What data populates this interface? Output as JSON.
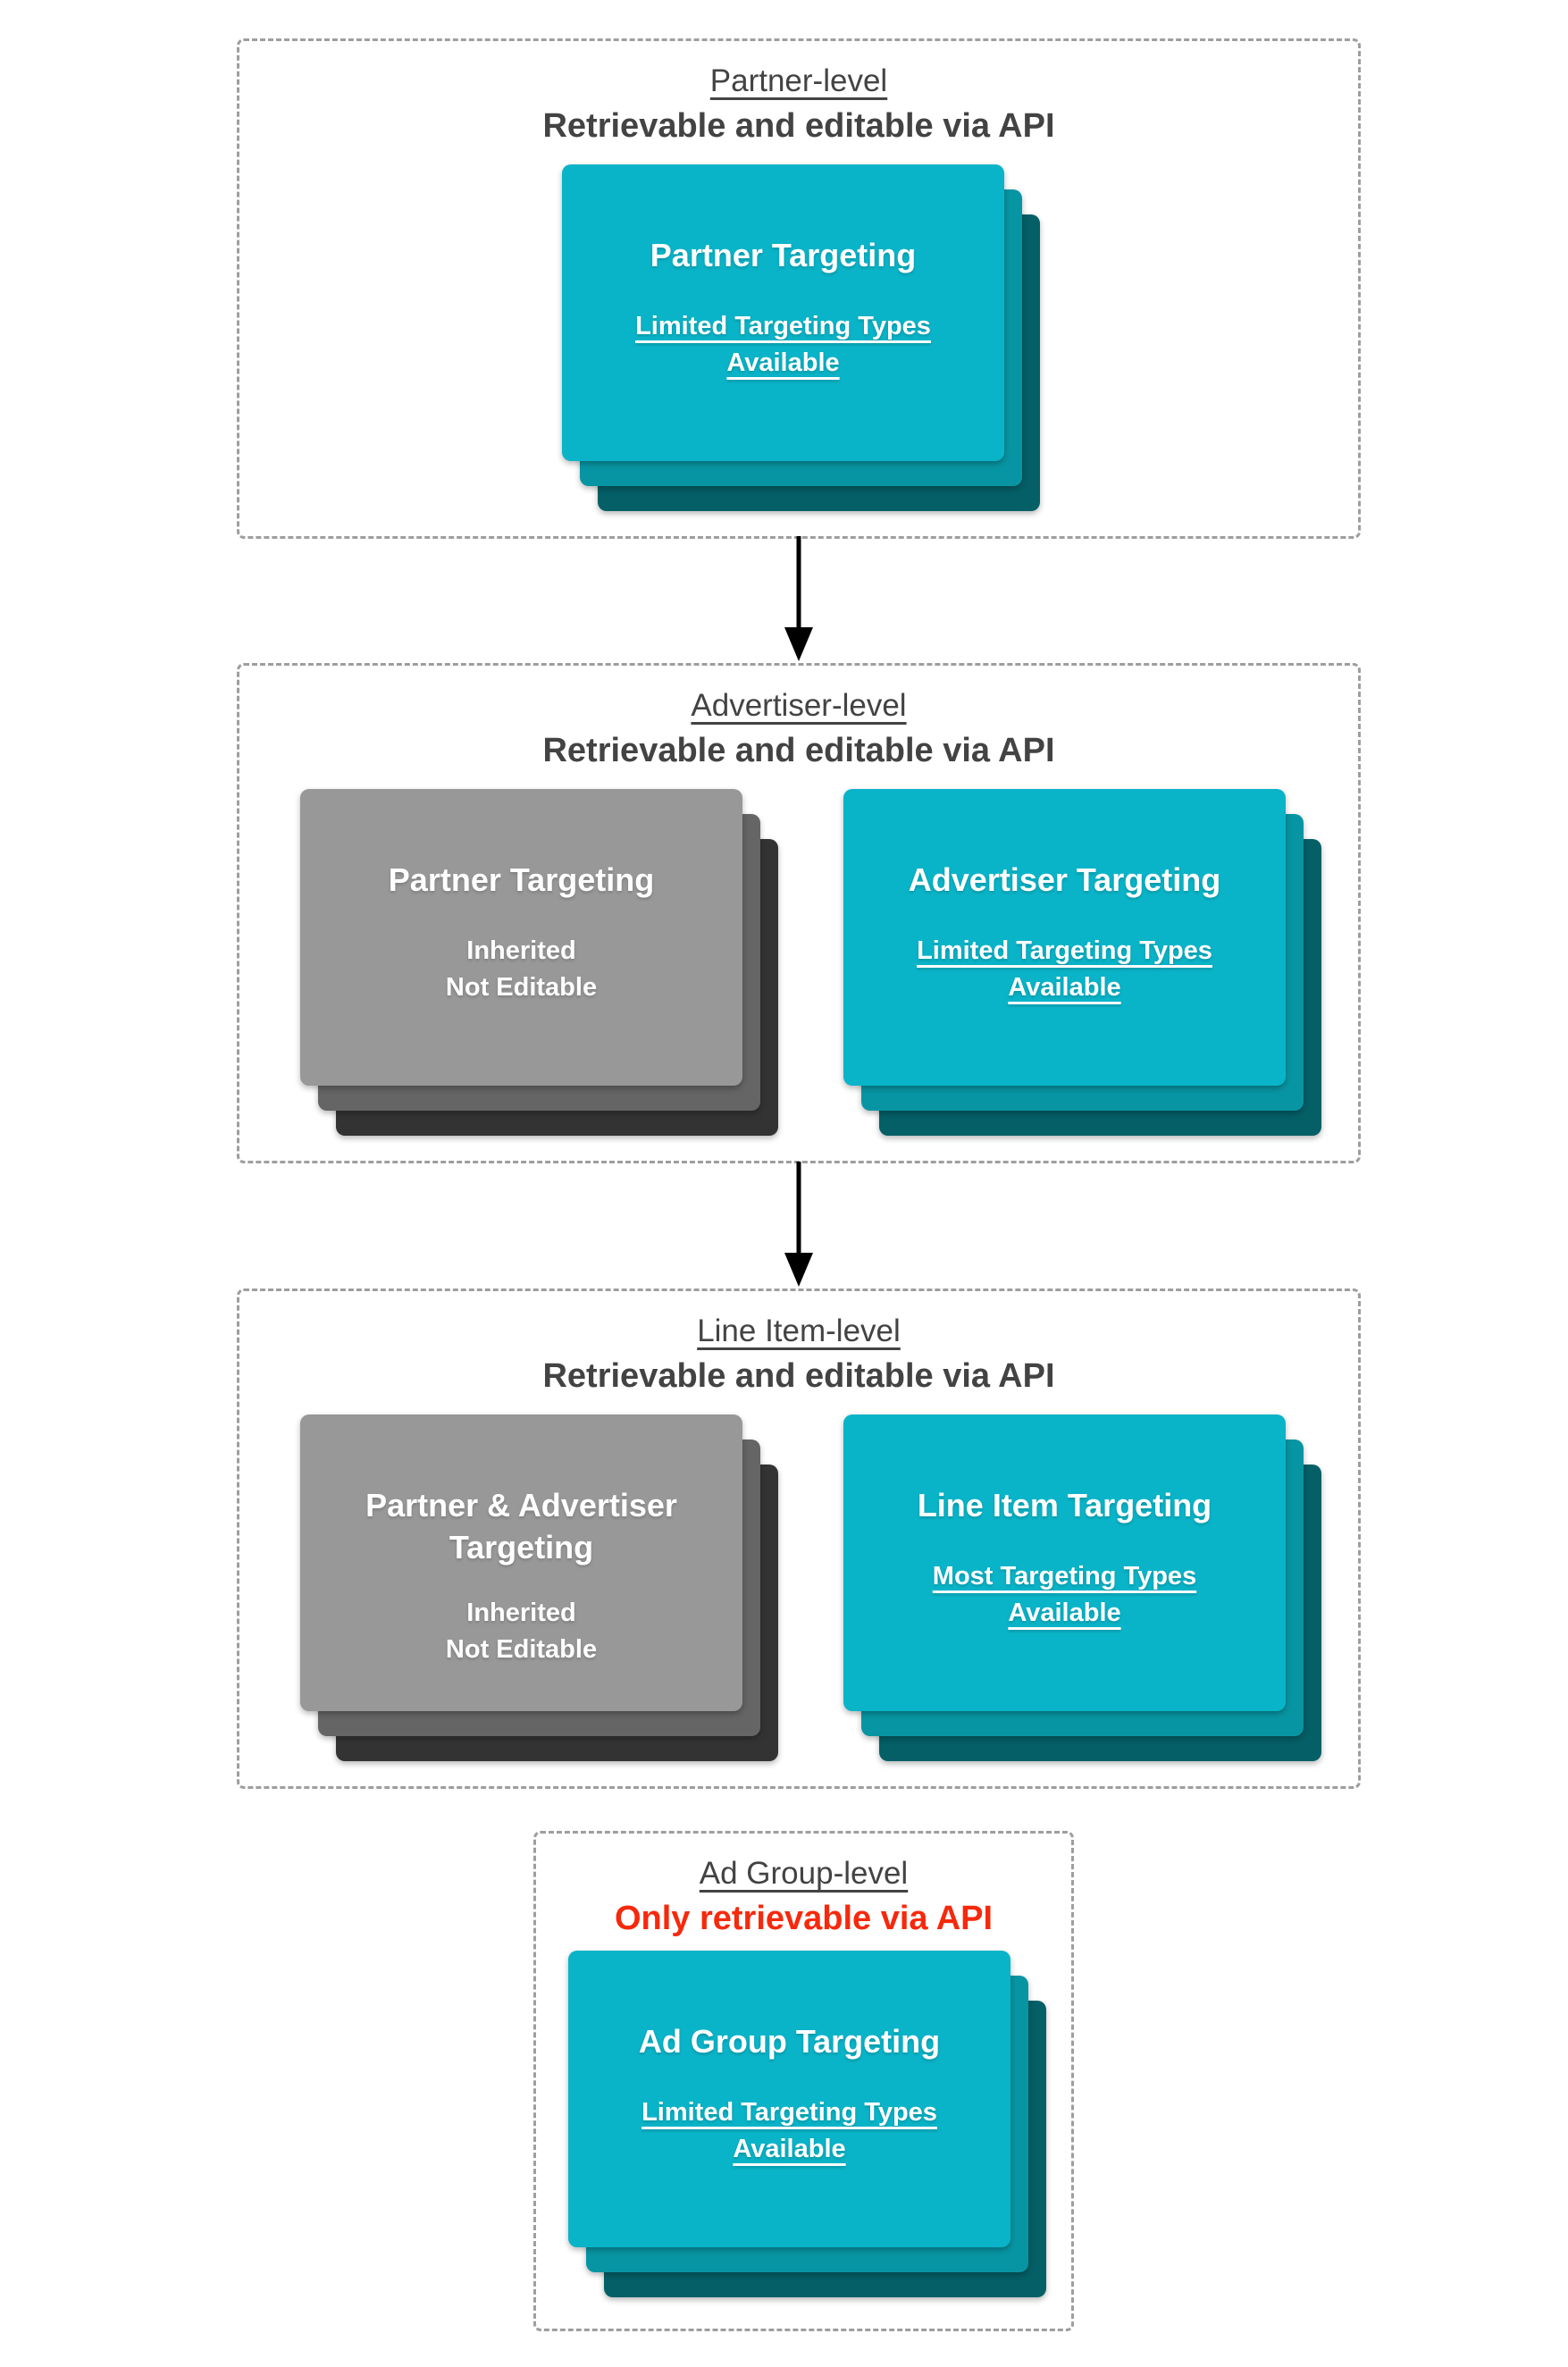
{
  "palette": {
    "cyan_front": "#0ab4c8",
    "cyan_mid": "#0895a3",
    "cyan_back": "#055f67",
    "gray_front": "#989898",
    "gray_mid": "#656565",
    "gray_back": "#333333",
    "heading_text": "#434343",
    "alert_text": "#f6290c",
    "border_dash": "#9e9e9e",
    "arrow": "#000000",
    "card_text": "#ffffff"
  },
  "sections": [
    {
      "title": "Partner-level",
      "subtitle": "Retrievable and editable via API",
      "cards": [
        {
          "variant": "cyan",
          "title": "Partner Targeting",
          "subtitle": "Limited Targeting Types\nAvailable"
        }
      ]
    },
    {
      "title": "Advertiser-level",
      "subtitle": "Retrievable and editable via API",
      "cards": [
        {
          "variant": "gray",
          "title": "Partner Targeting",
          "subtitle": "Inherited\nNot Editable"
        },
        {
          "variant": "cyan",
          "title": "Advertiser Targeting",
          "subtitle": "Limited Targeting Types\nAvailable"
        }
      ]
    },
    {
      "title": "Line Item-level",
      "subtitle": "Retrievable and editable via API",
      "cards": [
        {
          "variant": "gray",
          "title": "Partner & Advertiser\nTargeting",
          "subtitle": "Inherited\nNot Editable"
        },
        {
          "variant": "cyan",
          "title": "Line Item Targeting",
          "subtitle": "Most Targeting Types\nAvailable"
        }
      ]
    },
    {
      "title": "Ad Group-level",
      "subtitle": "Only retrievable via API",
      "cards": [
        {
          "variant": "cyan",
          "title": "Ad Group Targeting",
          "subtitle": "Limited Targeting Types\nAvailable"
        }
      ]
    }
  ]
}
